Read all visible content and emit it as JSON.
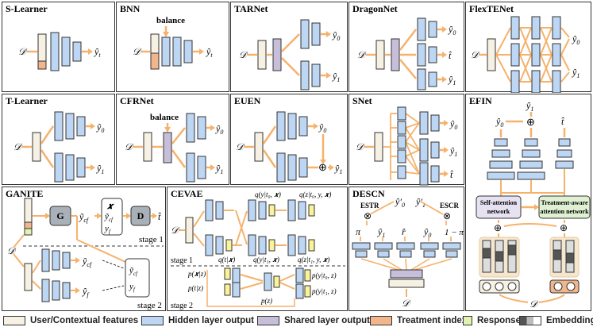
{
  "colors": {
    "user": "#f6f1e3",
    "hidden": "#bcd6f3",
    "shared": "#c7bfd9",
    "treatment": "#f2b68c",
    "response": "#e2f2b0",
    "arrow": "#f6b26b",
    "stroke": "#333333",
    "gray": "#a9b0b8",
    "yellow": "#fbf39a",
    "lightblue": "#dce8f7",
    "green": "#dff1d2",
    "purple": "#e7e2f2"
  },
  "panels": {
    "s_learner": {
      "title": "S-Learner",
      "input": "𝒟",
      "output": "ŷ",
      "output_sub": "t"
    },
    "bnn": {
      "title": "BNN",
      "balance": "balance",
      "input": "𝒟",
      "output": "ŷ",
      "output_sub": "t"
    },
    "tarnet": {
      "title": "TARNet",
      "input": "𝒟",
      "out0": "ŷ",
      "out0_sub": "0",
      "out1": "ŷ",
      "out1_sub": "1"
    },
    "dragonnet": {
      "title": "DragonNet",
      "input": "𝒟",
      "out0": "ŷ",
      "out0_sub": "0",
      "out_t": "t̂",
      "out1": "ŷ",
      "out1_sub": "1"
    },
    "flextenet": {
      "title": "FlexTENet",
      "input": "𝒟",
      "out0": "ŷ",
      "out0_sub": "0",
      "out1": "ŷ",
      "out1_sub": "1"
    },
    "t_learner": {
      "title": "T-Learner",
      "input": "𝒟",
      "out0": "ŷ",
      "out0_sub": "0",
      "out1": "ŷ",
      "out1_sub": "1"
    },
    "cfrnet": {
      "title": "CFRNet",
      "balance": "balance",
      "input": "𝒟",
      "out0": "ŷ",
      "out0_sub": "0",
      "out1": "ŷ",
      "out1_sub": "1"
    },
    "euen": {
      "title": "EUEN",
      "input": "𝒟",
      "out0": "ŷ",
      "out0_sub": "0",
      "out1": "ŷ",
      "out1_sub": "1",
      "plus": "⊕"
    },
    "snet": {
      "title": "SNet",
      "input": "𝒟",
      "out0": "ŷ",
      "out0_sub": "0",
      "out1": "ŷ",
      "out1_sub": "1",
      "out_t": "t̂"
    },
    "efin": {
      "title": "EFIN",
      "y1": "ŷ",
      "y1_sub": "1",
      "y0": "ŷ",
      "y0_sub": "0",
      "t": "t̂",
      "plus": "⊕",
      "self_attn": [
        "Self-attention",
        "network"
      ],
      "treat_attn": [
        "Treatment-aware",
        "attention network"
      ],
      "input": "𝒟"
    },
    "ganite": {
      "title": "GANITE",
      "input": "𝒟",
      "g": "G",
      "d": "D",
      "ycf": "ỹ",
      "ycf_sub": "cf",
      "box1": [
        "𝒙",
        "ỹ",
        "y"
      ],
      "box1_subs": [
        "",
        "cf",
        "f"
      ],
      "t": "t̂",
      "stage1": "stage 1",
      "stage2": "stage 2",
      "ycf2": "ŷ",
      "ycf2_sub": "cf",
      "yf": "ŷ",
      "yf_sub": "f",
      "box2": [
        "ỹ",
        "y"
      ],
      "box2_subs": [
        "cf",
        "f"
      ]
    },
    "cevae": {
      "title": "CEVAE",
      "input": "𝒟",
      "top_labels": [
        "q(y|t₀, 𝒙)",
        "q(z|t₀, y, 𝒙)"
      ],
      "mid_labels": [
        "q(t|𝒙)",
        "q(y|t₁, 𝒙)",
        "q(z|t₁, y, 𝒙)"
      ],
      "stage1": "stage 1",
      "stage2": "stage 2",
      "p_labels": [
        "p(𝒙|z)",
        "p(t|z)",
        "p(z)",
        "p(y|t₀, z)",
        "p(y|t₁, z)"
      ]
    },
    "descn": {
      "title": "DESCN",
      "estr": "ESTR",
      "escr": "ESCR",
      "y0p": "ŷ′",
      "y0p_sub": "0",
      "y1p": "ŷ′",
      "y1p_sub": "1",
      "pi": "π",
      "one_minus_pi": "1 − π",
      "y1": "ŷ",
      "y1_sub": "1",
      "rhat": "r̂",
      "y0": "ŷ",
      "y0_sub": "0",
      "otimes": "⊗",
      "input": "𝒟"
    }
  },
  "legend": [
    {
      "label": "User/Contextual features",
      "swatch": "user"
    },
    {
      "label": "Hidden layer output",
      "swatch": "hidden"
    },
    {
      "label": "Shared layer output",
      "swatch": "shared"
    },
    {
      "label": "Treatment index",
      "swatch": "treatment"
    },
    {
      "label": "Response",
      "swatch": "response"
    },
    {
      "label": "Embedding",
      "swatch": "embedding"
    }
  ]
}
